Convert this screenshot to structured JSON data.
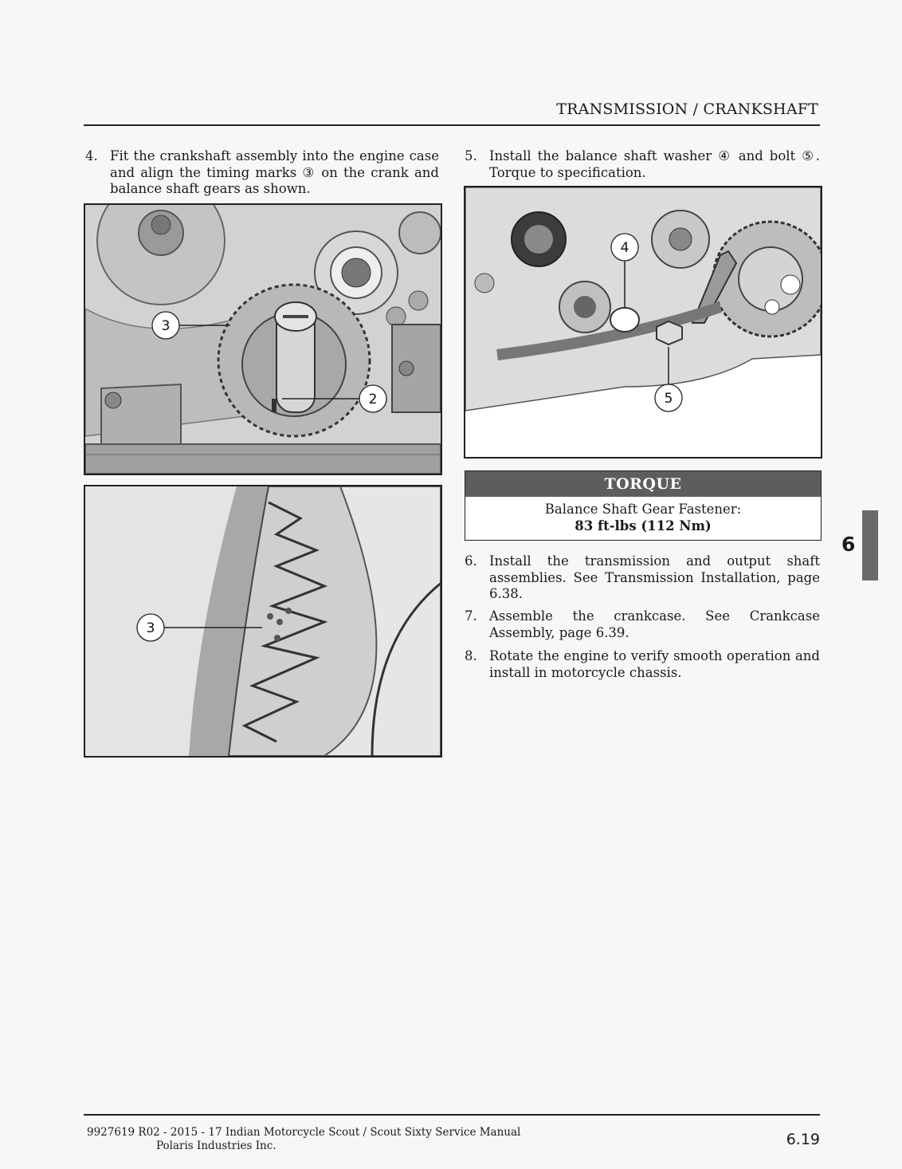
{
  "header": {
    "title": "TRANSMISSION / CRANKSHAFT"
  },
  "steps_left": [
    {
      "num": "4.",
      "text": "Fit the crankshaft assembly into the engine case and align the timing marks ③ on the crank and balance shaft gears as shown."
    }
  ],
  "steps_right": [
    {
      "num": "5.",
      "text": "Install the balance shaft washer ④ and bolt ⑤. Torque to specification."
    },
    {
      "num": "6.",
      "text": "Install the transmission and output shaft assemblies. See Transmission Installation, page 6.38."
    },
    {
      "num": "7.",
      "text": "Assemble the crankcase. See Crankcase Assembly, page 6.39."
    },
    {
      "num": "8.",
      "text": "Rotate the engine to verify smooth operation and install in motorcycle chassis."
    }
  ],
  "figures": {
    "fig1_callouts": [
      "3",
      "2"
    ],
    "fig2_callouts": [
      "3"
    ],
    "fig3_callouts": [
      "4",
      "5"
    ]
  },
  "torque": {
    "heading": "TORQUE",
    "label": "Balance Shaft Gear Fastener:",
    "value": "83 ft-lbs (112 Nm)"
  },
  "chapter_tab": {
    "number": "6"
  },
  "footer": {
    "line1": "9927619 R02 - 2015 - 17 Indian Motorcycle Scout / Scout Sixty Service Manual",
    "line2": "Polaris Industries Inc.",
    "page": "6.19"
  }
}
